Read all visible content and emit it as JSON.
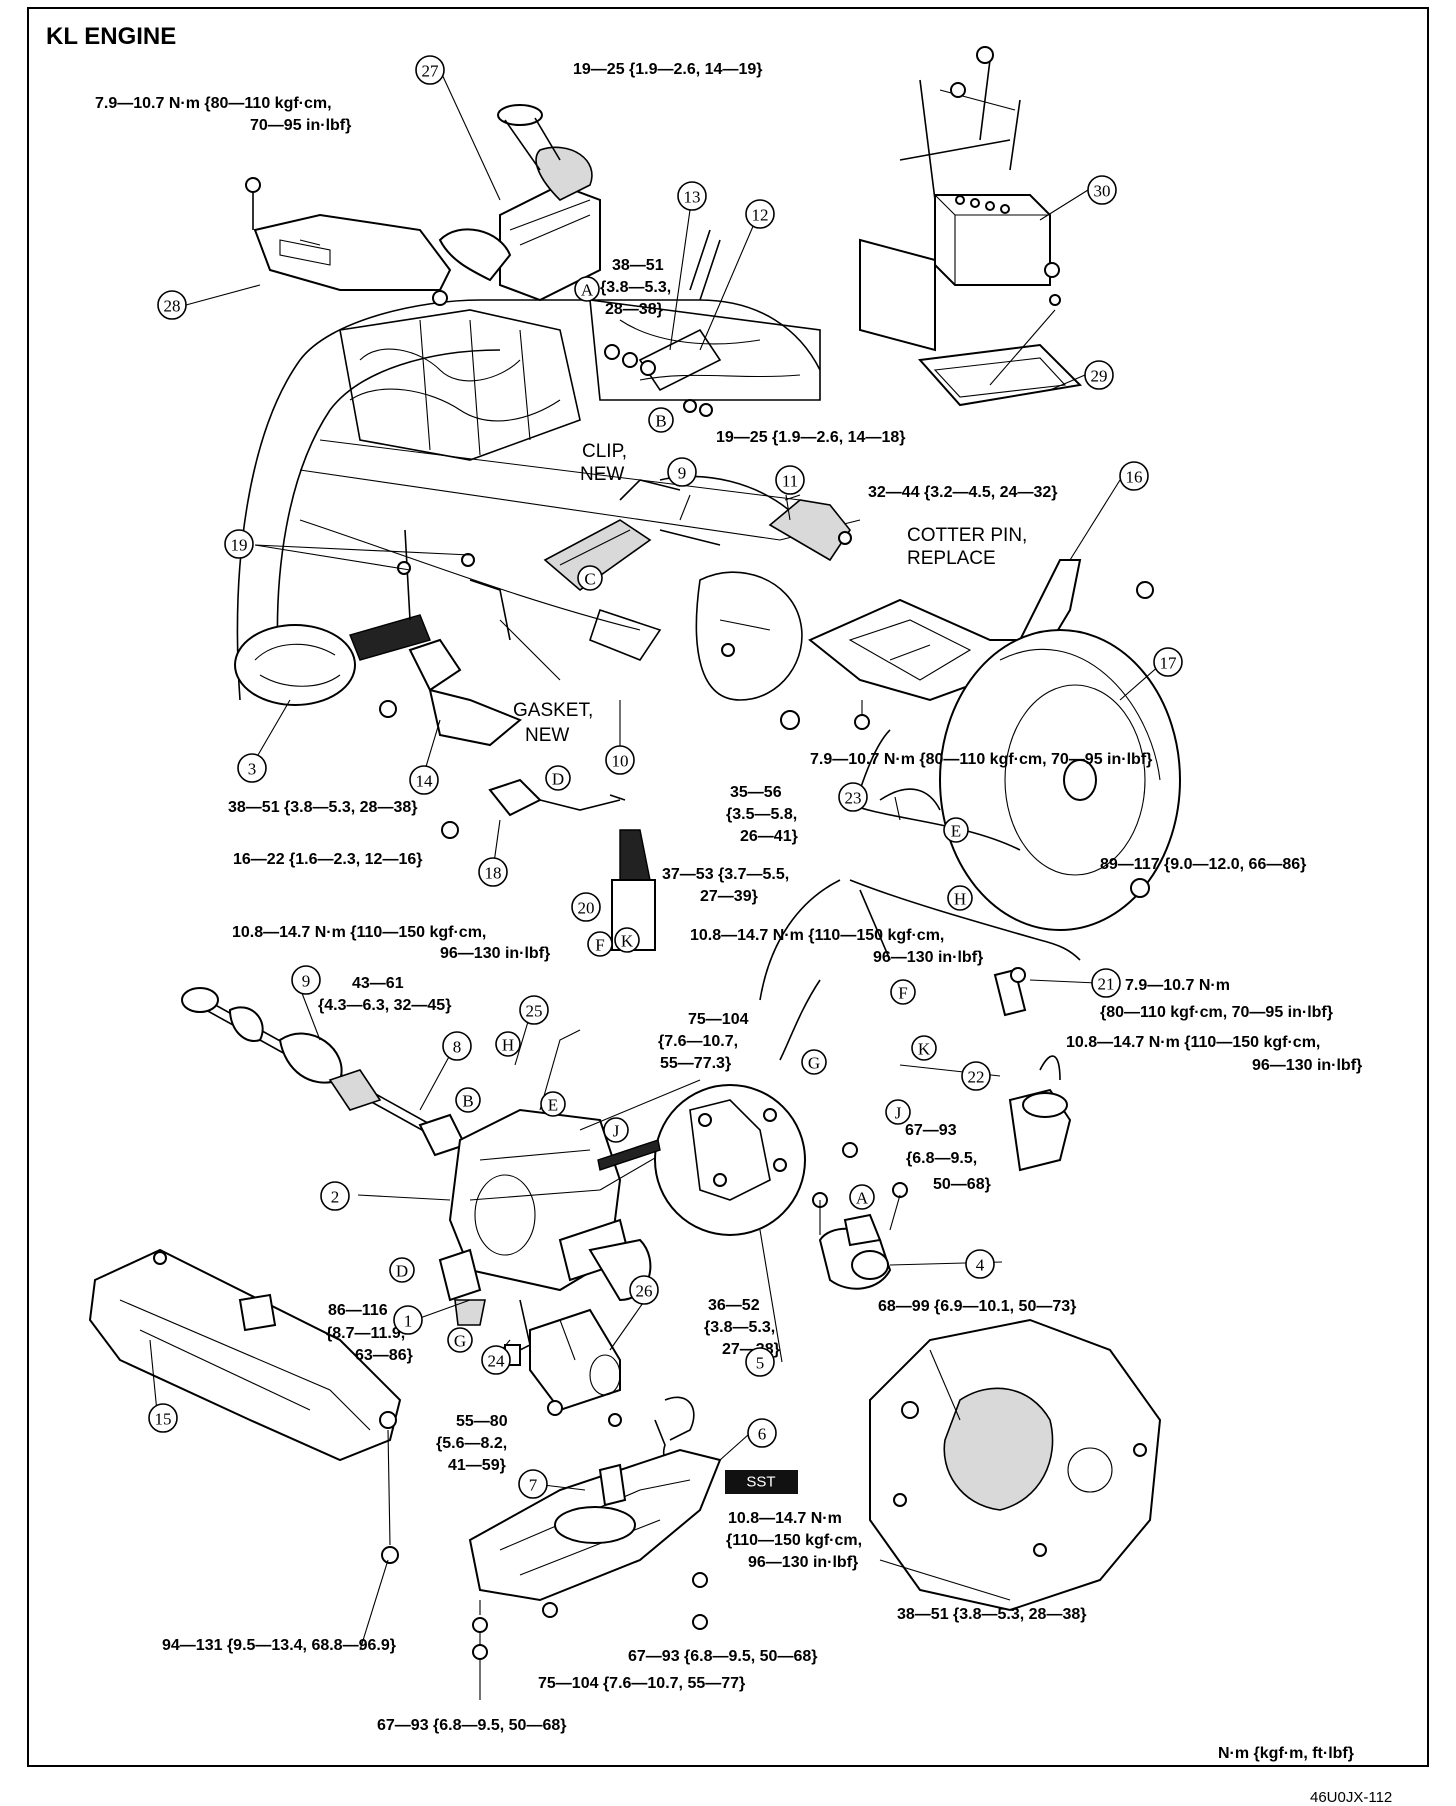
{
  "title": "KL ENGINE",
  "footer": {
    "units": "N·m {kgf·m, ft·lbf}",
    "code": "46U0JX-112"
  },
  "sst_label": "SST",
  "callouts": {
    "c27": "27",
    "c28": "28",
    "c30": "30",
    "c29": "29",
    "c13": "13",
    "c12": "12",
    "c11": "11",
    "c9top": "9",
    "c16": "16",
    "c19": "19",
    "c3": "3",
    "c14": "14",
    "c10": "10",
    "c17": "17",
    "c23": "23",
    "c18": "18",
    "c20": "20",
    "c21": "21",
    "c9low": "9",
    "c8": "8",
    "c25": "25",
    "c22": "22",
    "c2": "2",
    "c4": "4",
    "c1": "1",
    "c24": "24",
    "c26": "26",
    "c5": "5",
    "c15": "15",
    "c6": "6",
    "c7": "7"
  },
  "letters": {
    "a1": "A",
    "a2": "A",
    "b1": "B",
    "b2": "B",
    "c1": "C",
    "d1": "D",
    "d2": "D",
    "e1": "E",
    "e2": "E",
    "f1": "F",
    "f2": "F",
    "g1": "G",
    "g2": "G",
    "h1": "H",
    "h2": "H",
    "j1": "J",
    "j2": "J",
    "k1": "K",
    "k2": "K"
  },
  "torques": {
    "t_air_cleaner_1": "7.9—10.7 N·m {80—110 kgf·cm,",
    "t_air_cleaner_2": "70—95 in·lbf}",
    "t_top": "19—25 {1.9—2.6, 14—19}",
    "t_a_1": "38—51",
    "t_a_2": "{3.8—5.3,",
    "t_a_3": "28—38}",
    "t_mid": "19—25 {1.9—2.6, 14—18}",
    "t_cotter": "32—44 {3.2—4.5, 24—32}",
    "t_undercover": "7.9—10.7 N·m {80—110 kgf·cm, 70—95 in·lbf}",
    "t_exhaust": "38—51 {3.8—5.3, 28—38}",
    "t_35_1": "35—56",
    "t_35_2": "{3.5—5.8,",
    "t_35_3": "26—41}",
    "t_37_1": "37—53 {3.7—5.5,",
    "t_37_2": "27—39}",
    "t_wheel": "89—117 {9.0—12.0, 66—86}",
    "t_16": "16—22 {1.6—2.3, 12—16}",
    "t_108a_1": "10.8—14.7 N·m {110—150 kgf·cm,",
    "t_108a_2": "96—130 in·lbf}",
    "t_108b_1": "10.8—14.7 N·m {110—150 kgf·cm,",
    "t_108b_2": "96—130 in·lbf}",
    "t_21_1": "7.9—10.7 N·m",
    "t_21_2": "{80—110 kgf·cm, 70—95 in·lbf}",
    "t_108c_1": "10.8—14.7 N·m {110—150 kgf·cm,",
    "t_108c_2": "96—130 in·lbf}",
    "t_43_1": "43—61",
    "t_43_2": "{4.3—6.3, 32—45}",
    "t_75a_1": "75—104",
    "t_75a_2": "{7.6—10.7,",
    "t_75a_3": "55—77.3}",
    "t_67a_1": "67—93",
    "t_67a_2": "{6.8—9.5,",
    "t_67a_3": "50—68}",
    "t_68": "68—99 {6.9—10.1, 50—73}",
    "t_86_1": "86—116",
    "t_86_2": "{8.7—11.9,",
    "t_86_3": "63—86}",
    "t_36_1": "36—52",
    "t_36_2": "{3.8—5.3,",
    "t_36_3": "27—38}",
    "t_55_1": "55—80",
    "t_55_2": "{5.6—8.2,",
    "t_55_3": "41—59}",
    "t_108d_1": "10.8—14.7 N·m",
    "t_108d_2": "{110—150 kgf·cm,",
    "t_108d_3": "96—130 in·lbf}",
    "t_94": "94—131 {9.5—13.4, 68.8—96.9}",
    "t_67b": "67—93 {6.8—9.5, 50—68}",
    "t_38b": "38—51 {3.8—5.3, 28—38}",
    "t_75b": "75—104 {7.6—10.7, 55—77}",
    "t_67c": "67—93 {6.8—9.5, 50—68}"
  },
  "notes": {
    "clip_1": "CLIP,",
    "clip_2": "NEW",
    "cotter_1": "COTTER PIN,",
    "cotter_2": "REPLACE",
    "gasket_1": "GASKET,",
    "gasket_2": "NEW"
  }
}
